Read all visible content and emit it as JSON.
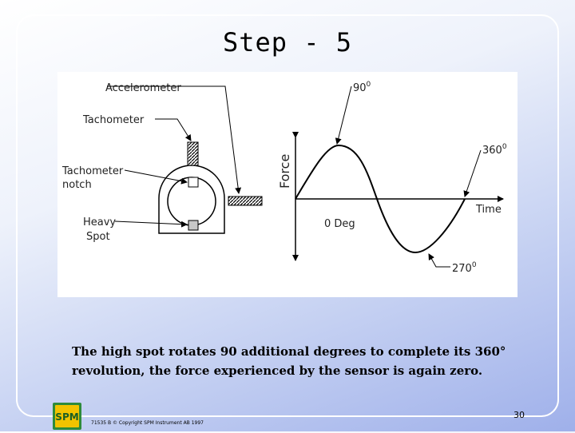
{
  "slide": {
    "title": "Step - 5",
    "caption_line1": "The high spot rotates 90 additional degrees to complete its 360°",
    "caption_line2": "revolution,  the force experienced by the sensor is again zero.",
    "copyright": "71535 B  ©  Copyright SPM Instrument AB 1997",
    "page_number": "30",
    "logo_text": "SPM"
  },
  "diagram": {
    "labels": {
      "accelerometer": "Accelerometer",
      "tachometer": "Tachometer",
      "tachometer_notch_line1": "Tachometer",
      "tachometer_notch_line2": "notch",
      "heavy_spot_line1": "Heavy",
      "heavy_spot_line2": "Spot",
      "force_axis": "Force",
      "time_axis": "Time",
      "deg_0": "0 Deg",
      "deg_90": "90",
      "deg_360": "360",
      "deg_270": "270",
      "degree_mark": "0"
    }
  },
  "colors": {
    "accent_gradient_end": "#9fb0ea",
    "logo_green": "#2e8b3a",
    "logo_yellow": "#f2c300"
  }
}
